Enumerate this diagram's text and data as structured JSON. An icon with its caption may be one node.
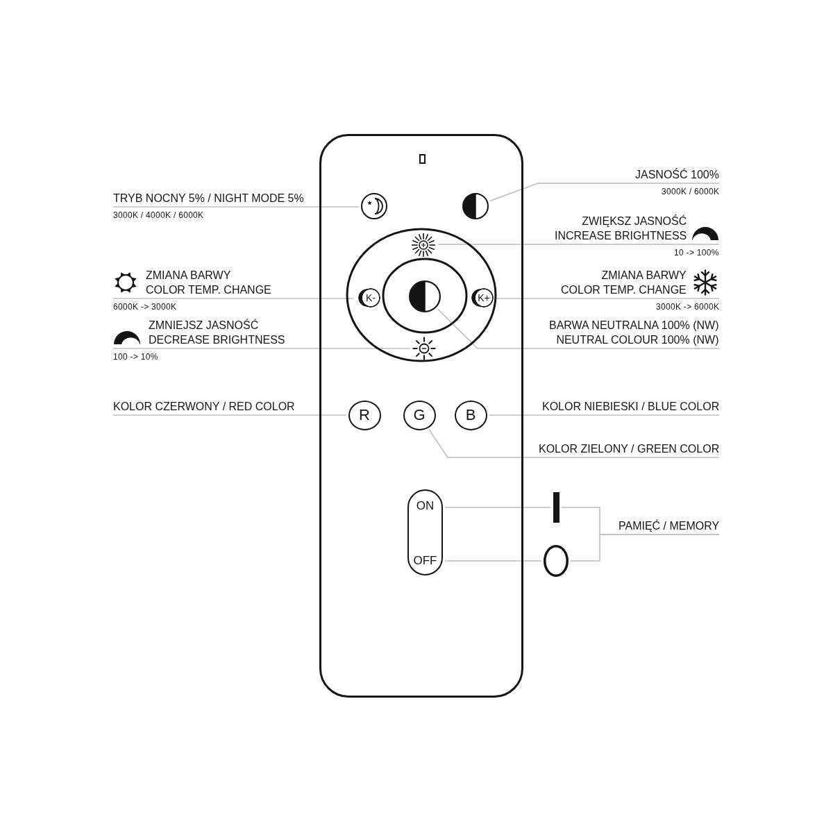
{
  "diagram": {
    "nodes": [
      {
        "text": [],
        "shape": "box"
      },
      {
        "text": [
          "JASNOŚĆ 100%"
        ],
        "beside": [
          "3000K / 6000K"
        ]
      },
      {
        "text": [
          "TRYB NOCNY 5% / NIGHT MODE 5%"
        ],
        "beside": [
          "3000K / 4000K / 6000K"
        ]
      },
      {
        "text": [],
        "shape": "circle",
        "in": 0
      },
      {
        "text": [],
        "shape": "circle",
        "in": 0
      },
      {
        "text": [
          "ZWIĘKSZ JASNOŚĆ",
          "INCREASE BRIGHTNESS"
        ],
        "beside": [
          "10 -> 100%"
        ]
      },
      {
        "text": [],
        "shape": "picture",
        "in": 0
      },
      {
        "text": [
          "ZMIANA BARWY",
          "COLOR TEMP. CHANGE"
        ],
        "beside": [
          "6000K -> 3000K"
        ]
      },
      {
        "text": [
          "K-"
        ],
        "in": 0
      },
      {
        "text": [],
        "shape": "circle",
        "in": 0
      },
      {
        "text": [
          "K+"
        ],
        "in": 0
      },
      {
        "text": [
          "ZMIANA BARWY",
          "COLOR TEMP. CHANGE"
        ],
        "beside": [
          "3000K -> 6000K"
        ]
      },
      {
        "text": [
          "ZMNIEJSZ JASNOŚĆ",
          "DECREASE BRIGHTNESS"
        ],
        "beside": [
          "100 -> 10%"
        ]
      },
      {
        "text": [
          "BARWA NEUTRALNA 100% (NW)",
          "NEUTRAL COLOUR 100% (NW)"
        ]
      },
      {
        "text": [],
        "shape": "picture",
        "in": 0
      },
      {
        "text": [
          "KOLOR CZERWONY / RED COLOR"
        ]
      },
      {
        "text": [
          "R"
        ],
        "in": 0
      },
      {
        "text": [
          "G"
        ],
        "in": 0
      },
      {
        "text": [
          "B"
        ],
        "in": 0
      },
      {
        "text": [
          "KOLOR NIEBIESKI / BLUE COLOR"
        ]
      },
      {
        "text": [
          "KOLOR ZIELONY / GREEN COLOR"
        ]
      },
      {
        "text": [
          "ON",
          "OFF"
        ],
        "in": 0
      },
      {
        "text": [],
        "shape": "bar"
      },
      {
        "text": [
          "PAMIĘĆ / MEMORY"
        ]
      },
      {
        "text": [],
        "shape": "circle"
      }
    ],
    "edges": [
      {
        "from": 1,
        "to": 4,
        "arrow": "none"
      },
      {
        "from": 2,
        "to": 3,
        "arrow": "none"
      },
      {
        "from": 5,
        "to": 6,
        "arrow": "none"
      },
      {
        "from": 7,
        "to": 8,
        "arrow": "none"
      },
      {
        "from": 11,
        "to": 10,
        "arrow": "none"
      },
      {
        "from": 12,
        "to": 14,
        "arrow": "none"
      },
      {
        "from": 13,
        "to": 9,
        "arrow": "none"
      },
      {
        "from": 15,
        "to": 16,
        "arrow": "none"
      },
      {
        "from": 19,
        "to": 18,
        "arrow": "none"
      },
      {
        "from": 20,
        "to": 17,
        "arrow": "none"
      },
      {
        "from": 21,
        "to": 22,
        "arrow": "none"
      },
      {
        "from": 21,
        "to": 24,
        "arrow": "none"
      },
      {
        "from": 22,
        "to": 23,
        "arrow": "none"
      },
      {
        "from": 24,
        "to": 23,
        "arrow": "none"
      }
    ]
  }
}
